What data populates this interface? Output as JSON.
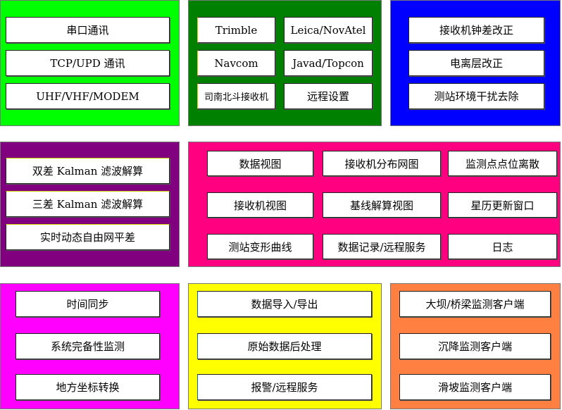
{
  "panels": [
    {
      "name": "communication",
      "color": "#00ff00",
      "items": [
        "串口通讯",
        "TCP/UPD 通讯",
        "UHF/VHF/MODEM"
      ]
    },
    {
      "name": "receivers",
      "color": "#008000",
      "items": [
        "Trimble",
        "Leica/NovAtel",
        "Navcom",
        "Javad/Topcon",
        "司南北斗接收机",
        "远程设置"
      ]
    },
    {
      "name": "corrections",
      "color": "#0000ff",
      "items": [
        "接收机钟差改正",
        "电离层改正",
        "测站环境干扰去除"
      ]
    },
    {
      "name": "solving",
      "color": "#800080",
      "items": [
        "双差 Kalman 滤波解算",
        "三差 Kalman 滤波解算",
        "实时动态自由网平差"
      ]
    },
    {
      "name": "views",
      "color": "#ff0080",
      "items": [
        "数据视图",
        "接收机分布网图",
        "监测点点位离散",
        "接收机视图",
        "基线解算视图",
        "星历更新窗口",
        "测站变形曲线",
        "数据记录/远程服务",
        "日志"
      ]
    },
    {
      "name": "system",
      "color": "#ff00ff",
      "items": [
        "时间同步",
        "系统完备性监测",
        "地方坐标转换"
      ]
    },
    {
      "name": "data",
      "color": "#ffff00",
      "items": [
        "数据导入/导出",
        "原始数据后处理",
        "报警/远程服务"
      ]
    },
    {
      "name": "clients",
      "color": "#ff8040",
      "items": [
        "大坝/桥梁监测客户端",
        "沉降监测客户端",
        "滑坡监测客户端"
      ]
    }
  ]
}
